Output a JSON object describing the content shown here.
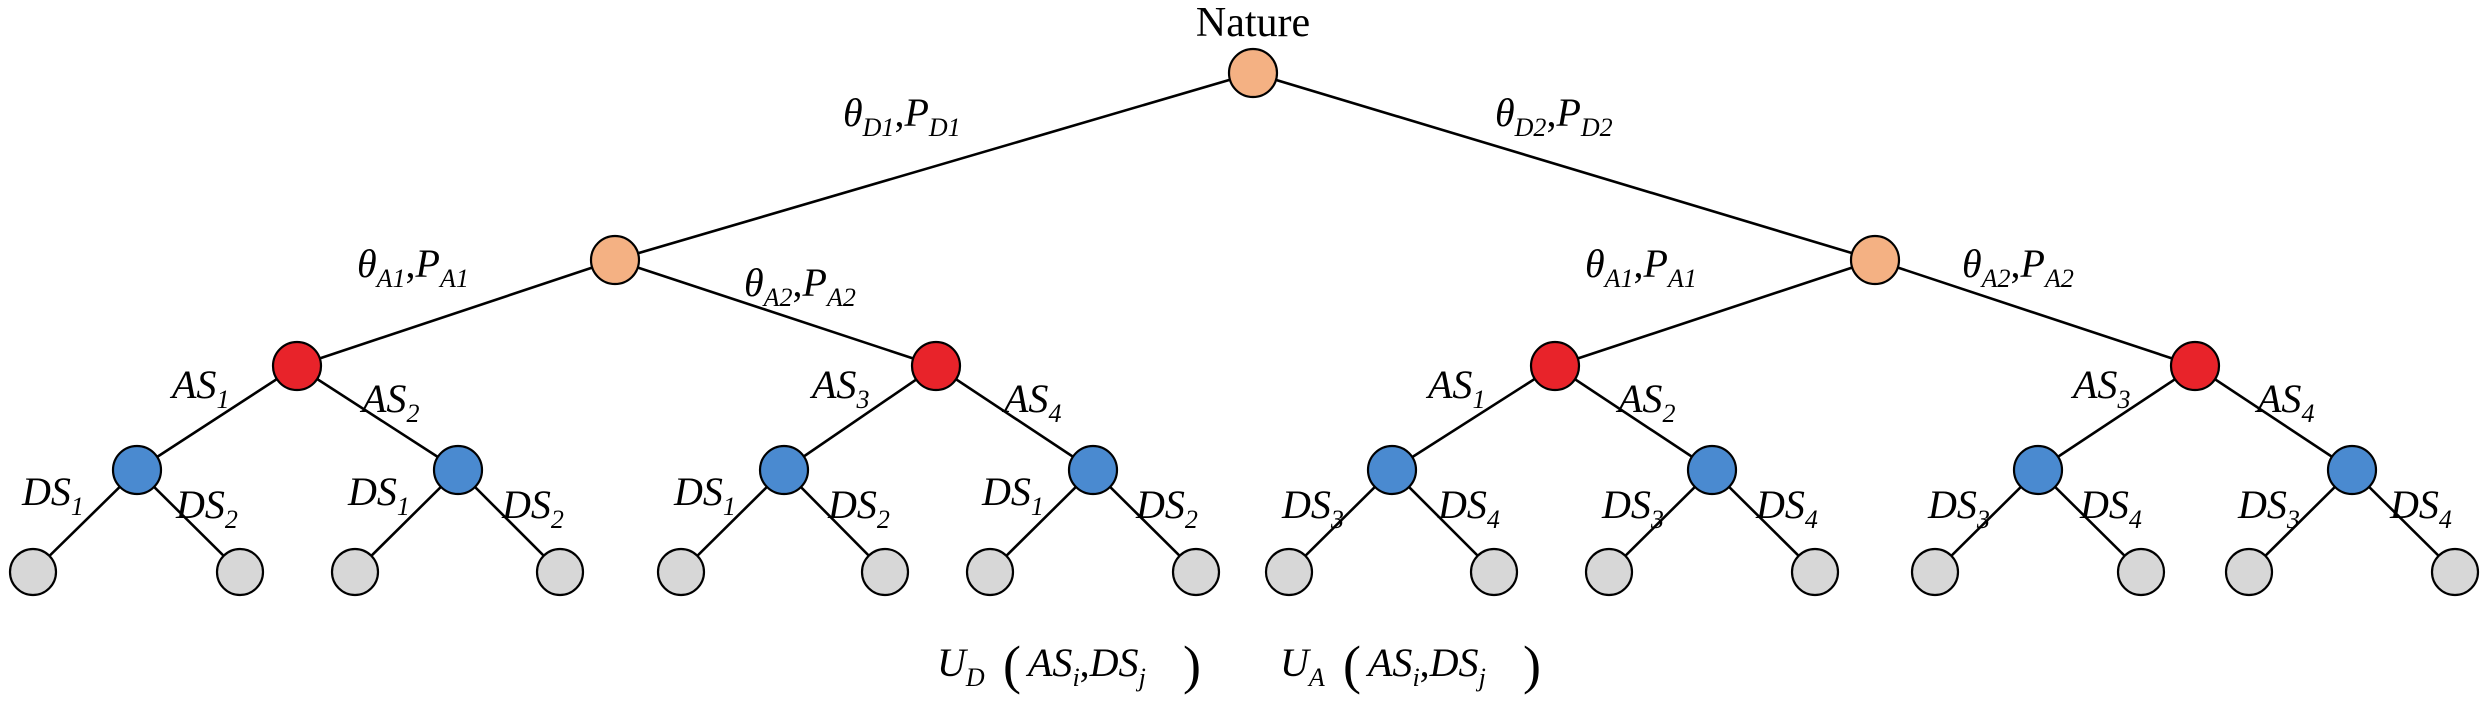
{
  "root_label": "Nature",
  "colors": {
    "nature": "#F4B183",
    "defender_type": "#F4B183",
    "attacker": "#E8232A",
    "defender": "#4A8AD0",
    "leaf": "#D7D7D7"
  },
  "labels": {
    "theta": "θ",
    "P": "P",
    "comma": ",",
    "sub_D1": "D1",
    "sub_D2": "D2",
    "sub_A1": "A1",
    "sub_A2": "A2",
    "AS": "AS",
    "DS": "DS",
    "n1": "1",
    "n2": "2",
    "n3": "3",
    "n4": "4"
  },
  "utility": {
    "UD_U": "U",
    "UD_sub": "D",
    "UA_U": "U",
    "UA_sub": "A",
    "AS": "AS",
    "i": "i",
    "comma": ",",
    "DS": "DS",
    "j": "j",
    "lparen": "(",
    "rparen": ")"
  }
}
